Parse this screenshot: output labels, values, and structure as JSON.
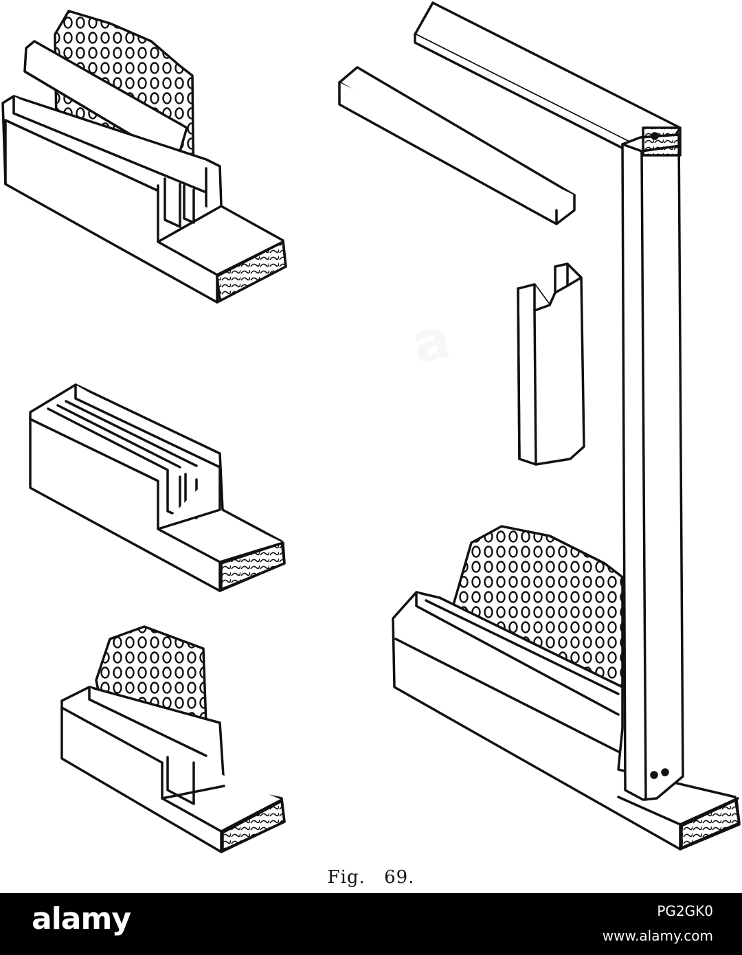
{
  "figure": {
    "caption": "Fig. 69."
  },
  "footer": {
    "brand": "alamy",
    "image_id": "PG2GK0",
    "site": "www.alamy.com"
  },
  "colors": {
    "ink": "#111111",
    "paper": "#ffffff",
    "footer_bg": "#000000",
    "footer_text": "#ffffff"
  },
  "icons": {
    "brand_logo": "alamy-wordmark"
  }
}
